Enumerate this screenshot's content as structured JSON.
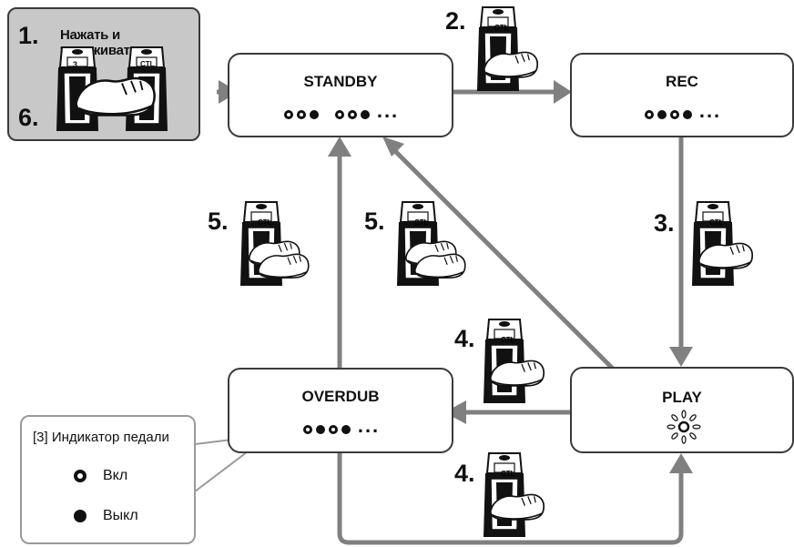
{
  "panel": {
    "step_start": "1.",
    "step_end": "6.",
    "title": "Нажать и удерживать",
    "pedal_left_label": "3",
    "pedal_right_label": "CTL"
  },
  "states": {
    "standby": {
      "label": "STANDBY"
    },
    "rec": {
      "label": "REC"
    },
    "play": {
      "label": "PLAY"
    },
    "overdub": {
      "label": "OVERDUB"
    }
  },
  "steps": {
    "s2": "2.",
    "s3": "3.",
    "s4a": "4.",
    "s4b": "4.",
    "s5a": "5.",
    "s5b": "5."
  },
  "pedal_label": "CTL",
  "ellipsis": "...",
  "legend": {
    "title": "[3] Индикатор педали",
    "on_label": "Вкл",
    "off_label": "Выкл"
  },
  "colors": {
    "arrow": "#808080",
    "panel": "#c8c8c8",
    "border": "#3a3a3a"
  }
}
